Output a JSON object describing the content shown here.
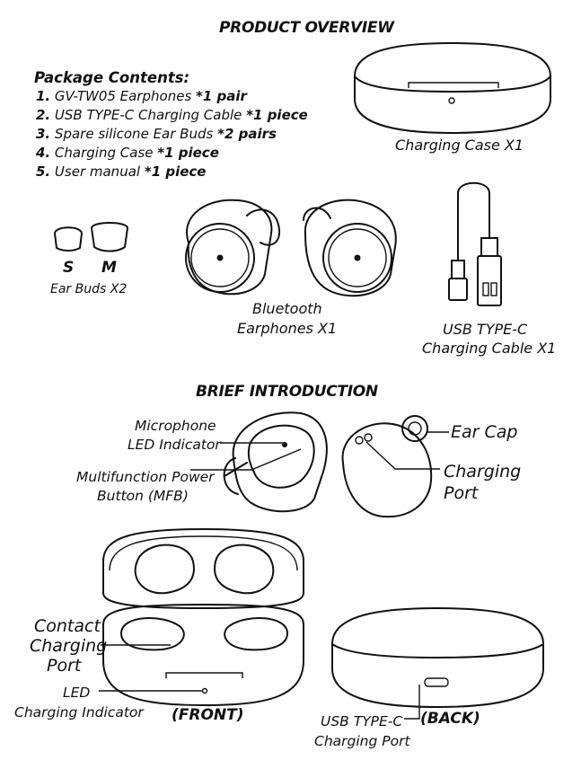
{
  "overview_title": "PRODUCT OVERVIEW",
  "package": {
    "heading": "Package Contents:",
    "items": [
      {
        "num": "1.",
        "text": "GV-TW05 Earphones",
        "qty": "*1 pair"
      },
      {
        "num": "2.",
        "text": "USB TYPE-C Charging Cable",
        "qty": "*1 piece"
      },
      {
        "num": "3.",
        "text": "Spare silicone Ear Buds",
        "qty": "*2 pairs"
      },
      {
        "num": "4.",
        "text": "Charging Case",
        "qty": "*1 piece"
      },
      {
        "num": "5.",
        "text": "User manual",
        "qty": "*1 piece"
      }
    ]
  },
  "captions": {
    "charging_case": "Charging Case X1",
    "size_s": "S",
    "size_m": "M",
    "ear_buds": "Ear Buds X2",
    "earphones_line1": "Bluetooth",
    "earphones_line2": "Earphones X1",
    "cable_line1": "USB TYPE-C",
    "cable_line2": "Charging Cable X1"
  },
  "intro_title": "BRIEF INTRODUCTION",
  "labels": {
    "microphone": "Microphone",
    "led_indicator": "LED Indicator",
    "mfb_line1": "Multifunction Power",
    "mfb_line2": "Button (MFB)",
    "ear_cap": "Ear Cap",
    "charging_port_line1": "Charging",
    "charging_port_line2": "Port",
    "contact_line1": "Contact",
    "contact_line2": "Charging",
    "contact_line3": "Port",
    "led_line1": "LED",
    "led_line2": "Charging Indicator",
    "front": "(FRONT)",
    "back": "(BACK)",
    "usb_port_line1": "USB TYPE-C",
    "usb_port_line2": "Charging Port"
  }
}
